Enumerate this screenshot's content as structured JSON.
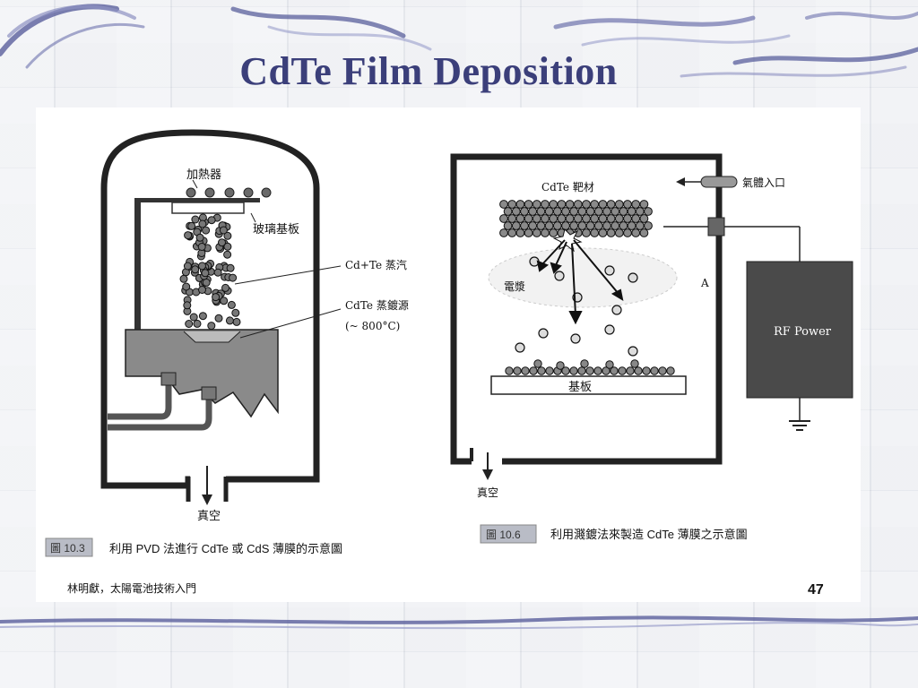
{
  "slide": {
    "title": "CdTe Film Deposition",
    "accent_color": "#3b3f7a"
  },
  "left_figure": {
    "heater_label": "加熱器",
    "glass_substrate_label": "玻璃基板",
    "vapor_label": "Cd+Te 蒸汽",
    "source_label": "CdTe 蒸鍍源",
    "source_temp": "(~ 800°C)",
    "vacuum_label": "真空",
    "caption_tag": "圖 10.3",
    "caption_text": "利用 PVD 法進行 CdTe 或 CdS 薄膜的示意圖"
  },
  "right_figure": {
    "target_label": "CdTe 靶材",
    "gas_inlet_label": "氣體入口",
    "plasma_label": "電漿",
    "plasma_marker": "A",
    "substrate_label": "基板",
    "rf_power_label": "RF Power",
    "vacuum_label": "真空",
    "caption_tag": "圖 10.6",
    "caption_text": "利用濺鍍法來製造 CdTe 薄膜之示意圖"
  },
  "footer": {
    "source": "林明獻，太陽電池技術入門",
    "page_number": "47"
  }
}
